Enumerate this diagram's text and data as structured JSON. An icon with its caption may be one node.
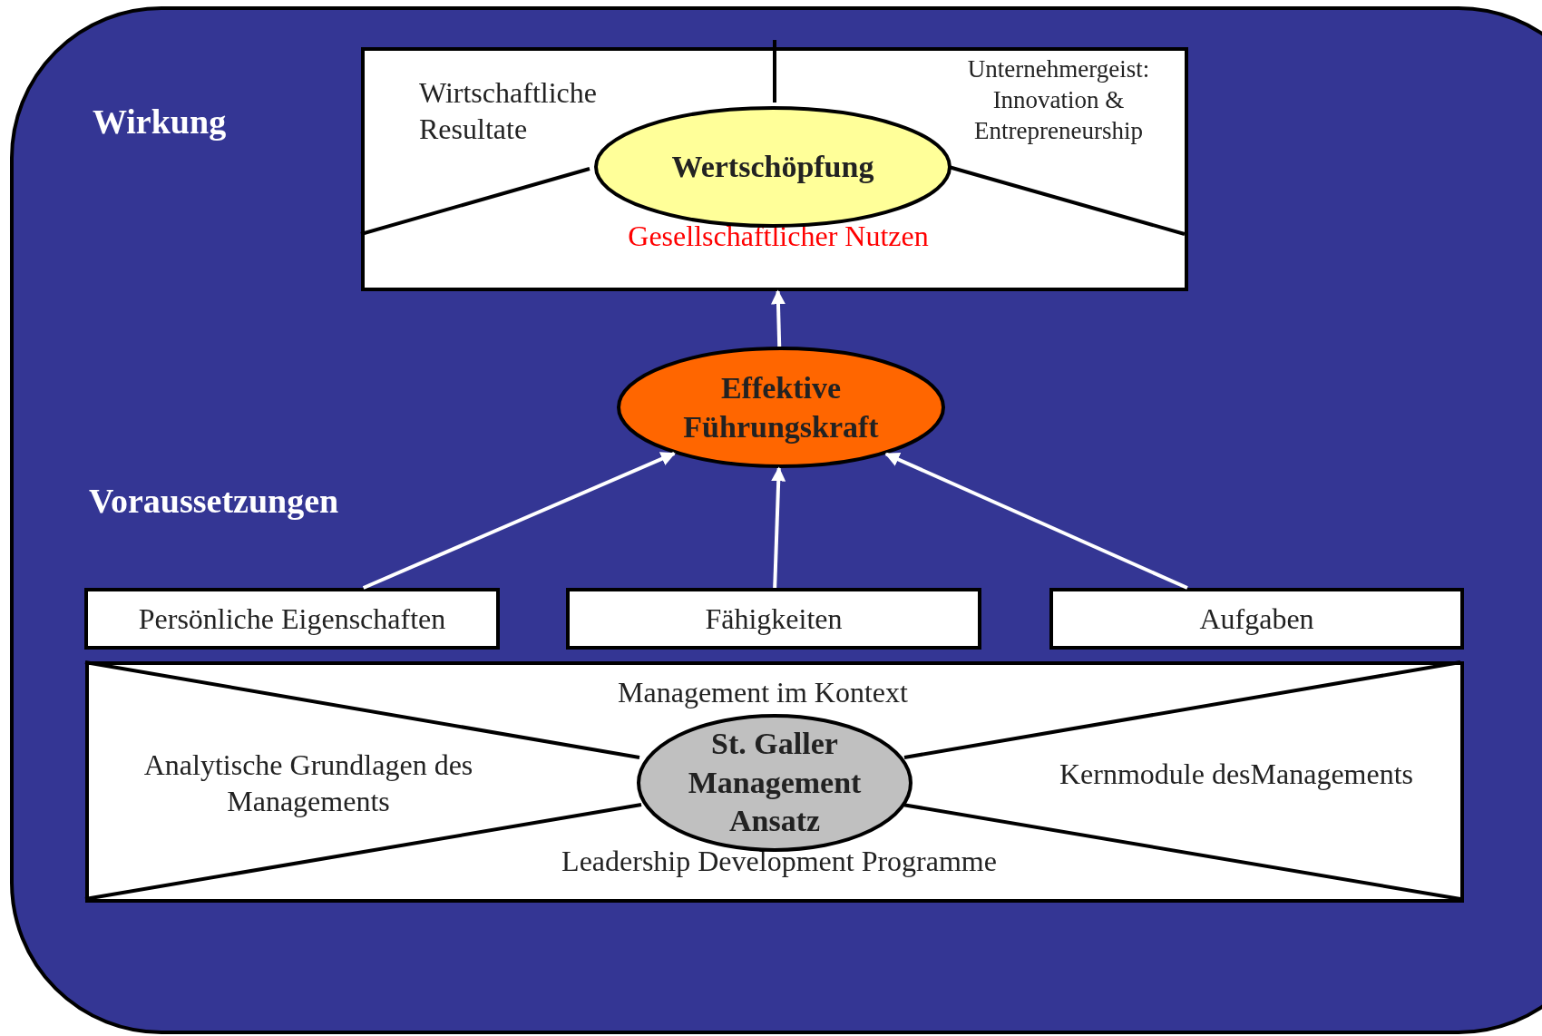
{
  "diagram": {
    "nodes": [
      {
        "text": [
          "Wirtschaftliche Resultate",
          "Unternehmergeist: Innovation & Entrepreneurship",
          "Gesellschaftlicher Nutzen"
        ]
      },
      {
        "text": [
          "Wertschöpfung"
        ],
        "in": 0
      },
      {
        "text": [
          "Effektive Führungskraft"
        ]
      },
      {
        "text": [
          "Persönliche Eigenschaften"
        ]
      },
      {
        "text": [
          "Fähigkeiten"
        ]
      },
      {
        "text": [
          "Aufgaben"
        ]
      },
      {
        "text": [
          "Management im Kontext",
          "Analytische Grundlagen des Managements",
          "Kernmodule desManagements",
          "Leadership Development Programme"
        ]
      },
      {
        "text": [
          "St. Galler Management Ansatz"
        ],
        "in": 6
      }
    ],
    "edges": [
      {
        "from": 2,
        "to": 0,
        "arrow": "to"
      },
      {
        "from": 3,
        "to": 2,
        "arrow": "to"
      },
      {
        "from": 4,
        "to": 2,
        "arrow": "to"
      },
      {
        "from": 5,
        "to": 2,
        "arrow": "to"
      }
    ],
    "labels": [
      "Wirkung",
      "Voraussetzungen"
    ]
  }
}
